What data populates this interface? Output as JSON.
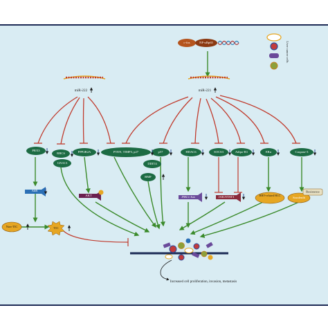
{
  "diagram": {
    "transcription": {
      "cfos": "c-fos",
      "nfkb": "NF-κBp65"
    },
    "mir222": "miR-222",
    "mir221": "miR-221",
    "legend": {
      "label": "Liver cancer cells"
    },
    "targets": {
      "prdx": "PRX3",
      "rbcs": "RBCS",
      "gna13": "GNA13",
      "ppp2r2a": "PPP2R2A",
      "pten": "PTEN, TIMP3, p27",
      "p57": "p57",
      "ddit4": "DDIT4",
      "bmf": "BMF",
      "hdac6": "HDAC6",
      "socs3": "SOCS3",
      "adipor1": "Adipo-R1",
      "era": "ERα",
      "caspase3": "Caspase-3"
    },
    "downstream": {
      "ahr": "AhR",
      "akt": "AKT",
      "jnk": "JNK/c-Jun",
      "jakstat": "JAK/STAT3",
      "hbv": "HBV-related HCC",
      "sorafenib": "Sorafenib",
      "resistance": "Resistance",
      "tic": "TIC",
      "nontic": "Non-TIC"
    },
    "outcome": "Increased cell proliferation, invasion, metastasis"
  }
}
